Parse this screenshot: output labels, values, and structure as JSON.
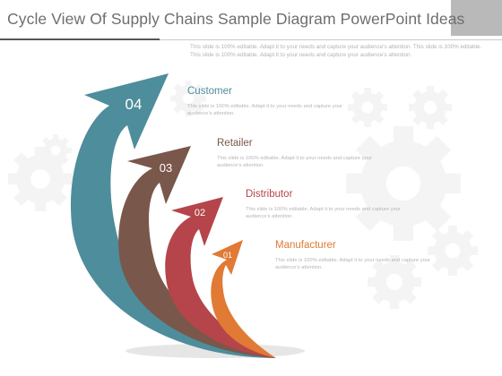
{
  "title": "Cycle View Of Supply Chains Sample Diagram PowerPoint Ideas",
  "subtitle": "This slide is 100% editable. Adapt it to your needs and capture your audience's attention. This slide is 100% editable. This slide is 100% editable. Adapt it to your needs and capture your audience's attention.",
  "steps": [
    {
      "number": "04",
      "title": "Customer",
      "desc": "This slide is 100% editable. Adapt it to your needs and capture your audience's attention.",
      "color": "#4e8d9b"
    },
    {
      "number": "03",
      "title": "Retailer",
      "desc": "This slide is 100% editable. Adapt it to your needs and capture your audience's attention.",
      "color": "#7a574b"
    },
    {
      "number": "02",
      "title": "Distributor",
      "desc": "This slide is 100% editable. Adapt it to your needs and capture your audience's attention.",
      "color": "#b5454a"
    },
    {
      "number": "01",
      "title": "Manufacturer",
      "desc": "This slide is 100% editable. Adapt it to your needs and capture your audience's attention.",
      "color": "#e07a35"
    }
  ]
}
